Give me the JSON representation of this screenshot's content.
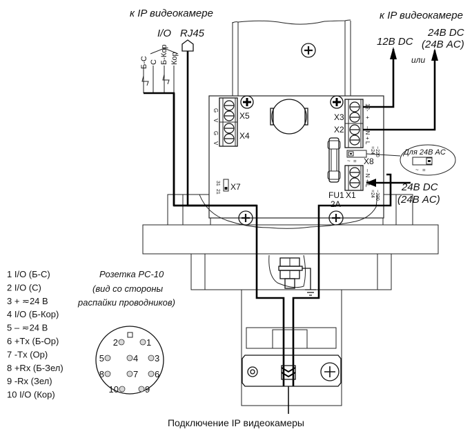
{
  "title": "Подключение IP видеокамеры",
  "left_connection": {
    "heading": "к IP видеокамере",
    "io_label": "I/O",
    "rj45_label": "RJ45",
    "wires": [
      "Б-С",
      "С",
      "Б-Кор",
      "Кор"
    ]
  },
  "right_connection": {
    "heading": "к IP видеокамере",
    "option_12v": "12В DC",
    "option_24v_line1": "24В DC",
    "option_24v_line2": "(24В AC)",
    "or_label": "или"
  },
  "board": {
    "terminals": {
      "x5": "X5",
      "x4": "X4",
      "x7": "X7",
      "x3": "X3",
      "x2": "X2",
      "x8": "X8",
      "x1": "X1"
    },
    "x4x5_pins": [
      "G",
      "V",
      "G",
      "V"
    ],
    "x7_pins": [
      "31",
      "21"
    ],
    "x3_pins": [
      "12-",
      "+"
    ],
    "x2_pins": [
      "– N",
      "+ L"
    ],
    "x2_voltage": [
      "=24",
      "~220"
    ],
    "x1_pins": [
      "– N",
      "+ L"
    ],
    "x1_voltage": [
      "=24",
      "~220"
    ],
    "x8_marks": [
      "~",
      "="
    ],
    "fuse_label": "FU1",
    "fuse_rating": "2A"
  },
  "jumper_callout": {
    "label": "Для 24В AC",
    "marks": [
      "~",
      "="
    ]
  },
  "power_input": {
    "line1": "24В DC",
    "line2": "(24В AC)"
  },
  "socket": {
    "title": "Розетка РС-10",
    "subtitle_line1": "(вид со стороны",
    "subtitle_line2": "распайки проводников)",
    "pins": [
      "1",
      "2",
      "3",
      "4",
      "5",
      "6",
      "7",
      "8",
      "9",
      "10"
    ]
  },
  "pinout": [
    "1  I/O (Б-С)",
    "2  I/O (С)",
    "3  + ≂24 В",
    "4  I/O (Б-Кор)",
    "5  – ≂24 В",
    "6  +Tx (Б-Ор)",
    "7  -Tx (Ор)",
    "8  +Rx (Б-Зел)",
    "9  -Rx (Зел)",
    "10 I/O (Кор)"
  ]
}
